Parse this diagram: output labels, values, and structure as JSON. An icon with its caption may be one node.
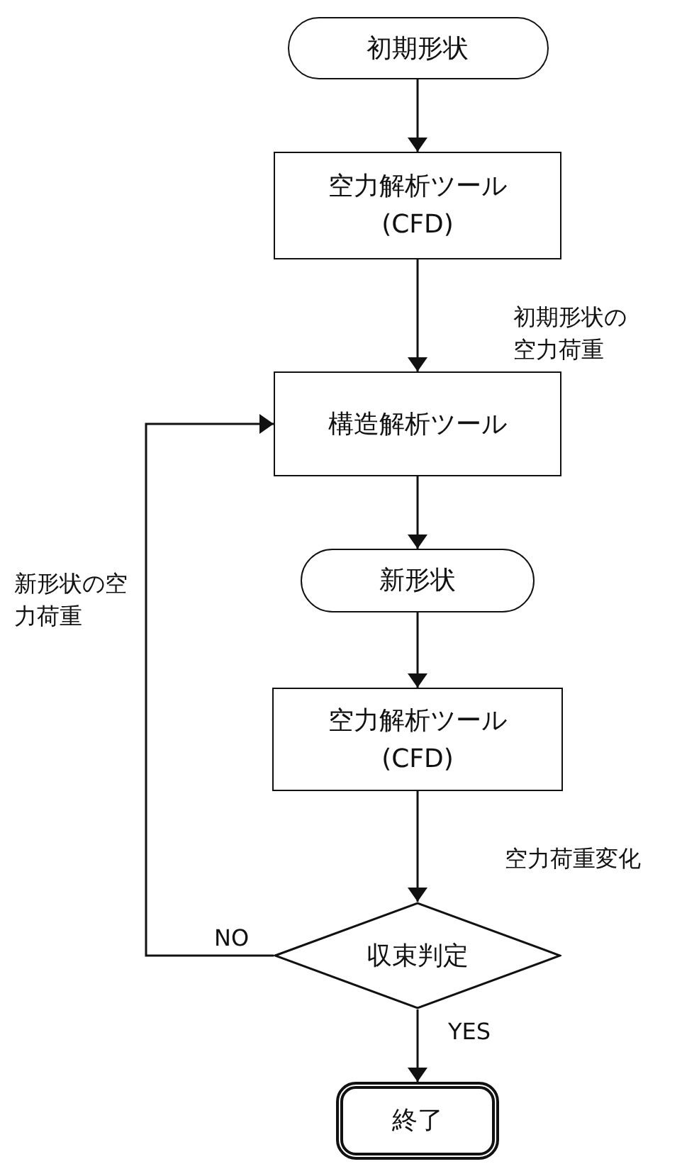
{
  "diagram": {
    "nodes": [
      {
        "text": [
          "初期形状"
        ]
      },
      {
        "text": [
          "空力解析ツール",
          "(CFD)"
        ]
      },
      {
        "text": [
          "構造解析ツール"
        ]
      },
      {
        "text": [
          "新形状"
        ]
      },
      {
        "text": [
          "空力解析ツール",
          "(CFD)"
        ]
      },
      {
        "text": [
          "収束判定"
        ]
      },
      {
        "text": [
          "終了"
        ]
      }
    ],
    "edges": [
      {
        "from": 0,
        "to": 1,
        "arrow": "to"
      },
      {
        "from": 1,
        "to": 2,
        "arrow": "to",
        "label": "初期形状の空力荷重"
      },
      {
        "from": 2,
        "to": 3,
        "arrow": "to"
      },
      {
        "from": 3,
        "to": 4,
        "arrow": "to"
      },
      {
        "from": 4,
        "to": 5,
        "arrow": "to",
        "label": "空力荷重変化"
      },
      {
        "from": 5,
        "to": 6,
        "arrow": "to",
        "label": "YES"
      },
      {
        "from": 5,
        "to": 2,
        "arrow": "to",
        "label": "NO"
      }
    ],
    "labels": [
      "新形状の空力荷重"
    ]
  }
}
